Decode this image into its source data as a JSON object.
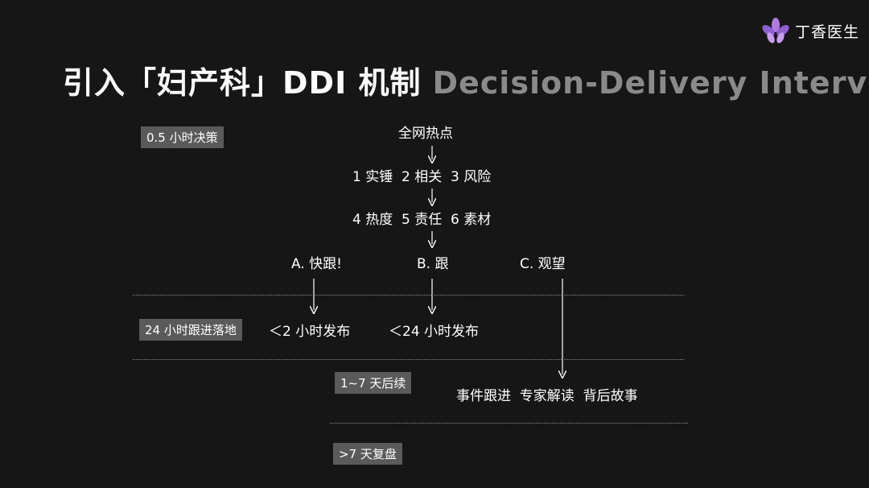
{
  "brand": {
    "name": "丁香医生",
    "icon": "lilac-flower-icon",
    "color": "#9b6bd6"
  },
  "title": {
    "cn": "引入「妇产科」DDI 机制",
    "en": "Decision-Delivery Interval"
  },
  "stages": {
    "decision": "0.5 小时决策",
    "landing": "24 小时跟进落地",
    "followup": "1~7 天后续",
    "review": ">7 天复盘"
  },
  "flow": {
    "hot": "全网热点",
    "check": "1 实锤  2 相关  3 风险",
    "assess": "4 热度  5 责任  6 素材",
    "option_a": "A. 快跟!",
    "option_b": "B. 跟",
    "option_c": "C. 观望",
    "out_a": "＜2 小时发布",
    "out_b": "＜24 小时发布",
    "out_c": "事件跟进  专家解读  背后故事"
  }
}
